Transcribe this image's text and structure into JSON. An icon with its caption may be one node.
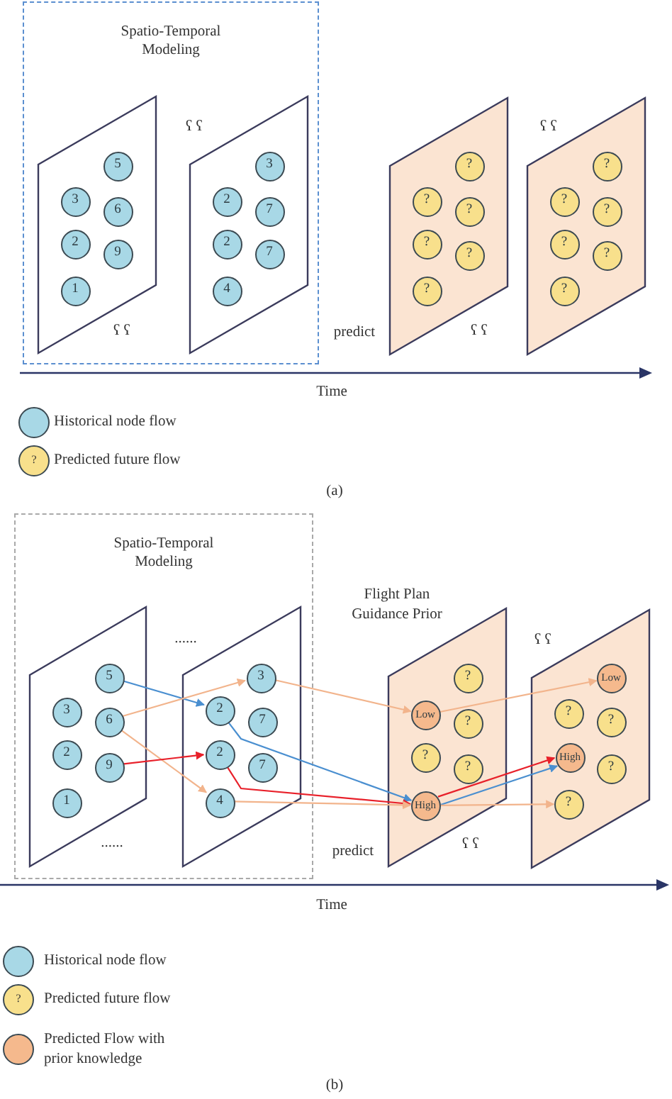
{
  "diagram": {
    "nodes": [
      {
        "text": [
          "Spatio-Temporal Modeling"
        ]
      },
      {
        "text": [],
        "shape": "parallelogram",
        "in": 0
      },
      {
        "text": [
          "5"
        ],
        "in": 1
      },
      {
        "text": [
          "3"
        ],
        "in": 1
      },
      {
        "text": [
          "6"
        ],
        "in": 1
      },
      {
        "text": [
          "2"
        ],
        "in": 1
      },
      {
        "text": [
          "9"
        ],
        "in": 1
      },
      {
        "text": [
          "1"
        ],
        "in": 1
      },
      {
        "text": [],
        "shape": "parallelogram",
        "in": 0
      },
      {
        "text": [
          "3"
        ],
        "in": 8
      },
      {
        "text": [
          "2"
        ],
        "in": 8
      },
      {
        "text": [
          "7"
        ],
        "in": 8
      },
      {
        "text": [
          "2"
        ],
        "in": 8
      },
      {
        "text": [
          "7"
        ],
        "in": 8
      },
      {
        "text": [
          "4"
        ],
        "in": 8
      },
      {
        "text": [],
        "shape": "parallelogram"
      },
      {
        "text": [
          "?"
        ],
        "in": 15
      },
      {
        "text": [
          "?"
        ],
        "in": 15
      },
      {
        "text": [
          "?"
        ],
        "in": 15
      },
      {
        "text": [
          "?"
        ],
        "in": 15
      },
      {
        "text": [
          "?"
        ],
        "in": 15
      },
      {
        "text": [
          "?"
        ],
        "in": 15
      },
      {
        "text": [],
        "shape": "parallelogram"
      },
      {
        "text": [
          "?"
        ],
        "in": 22
      },
      {
        "text": [
          "?"
        ],
        "in": 22
      },
      {
        "text": [
          "?"
        ],
        "in": 22
      },
      {
        "text": [
          "?"
        ],
        "in": 22
      },
      {
        "text": [
          "?"
        ],
        "in": 22
      },
      {
        "text": [
          "?"
        ],
        "in": 22
      },
      {
        "text": [
          "Spatio-Temporal Modeling"
        ]
      },
      {
        "text": [],
        "shape": "parallelogram",
        "in": 29
      },
      {
        "text": [
          "5"
        ],
        "in": 30
      },
      {
        "text": [
          "3"
        ],
        "in": 30
      },
      {
        "text": [
          "6"
        ],
        "in": 30
      },
      {
        "text": [
          "2"
        ],
        "in": 30
      },
      {
        "text": [
          "9"
        ],
        "in": 30
      },
      {
        "text": [
          "1"
        ],
        "in": 30
      },
      {
        "text": [],
        "shape": "parallelogram",
        "in": 29
      },
      {
        "text": [
          "3"
        ],
        "in": 37
      },
      {
        "text": [
          "2"
        ],
        "in": 37
      },
      {
        "text": [
          "7"
        ],
        "in": 37
      },
      {
        "text": [
          "2"
        ],
        "in": 37
      },
      {
        "text": [
          "7"
        ],
        "in": 37
      },
      {
        "text": [
          "4"
        ],
        "in": 37
      },
      {
        "text": [
          "Flight Plan Guidance Prior"
        ]
      },
      {
        "text": [
          "?"
        ],
        "in": 44
      },
      {
        "text": [
          "Low"
        ],
        "in": 44
      },
      {
        "text": [
          "?"
        ],
        "in": 44
      },
      {
        "text": [
          "?"
        ],
        "in": 44
      },
      {
        "text": [
          "?"
        ],
        "in": 44
      },
      {
        "text": [
          "High"
        ],
        "in": 44
      },
      {
        "text": [],
        "shape": "parallelogram"
      },
      {
        "text": [
          "Low"
        ],
        "in": 51
      },
      {
        "text": [
          "?"
        ],
        "in": 51
      },
      {
        "text": [
          "?"
        ],
        "in": 51
      },
      {
        "text": [
          "High"
        ],
        "in": 51
      },
      {
        "text": [
          "?"
        ],
        "in": 51
      },
      {
        "text": [
          "?"
        ],
        "in": 51
      }
    ],
    "edges": [
      {
        "from": 31,
        "to": 39,
        "arrow": "to",
        "color": "#4a8fd0"
      },
      {
        "from": 33,
        "to": 38,
        "arrow": "to"
      },
      {
        "from": 33,
        "to": 43,
        "arrow": "to"
      },
      {
        "from": 35,
        "to": 41,
        "arrow": "to",
        "color": "#e8202a"
      },
      {
        "from": 39,
        "to": 50,
        "arrow": "to",
        "color": "#4a8fd0"
      },
      {
        "from": 38,
        "to": 46,
        "arrow": "to"
      },
      {
        "from": 41,
        "to": 50,
        "arrow": "to",
        "color": "#e8202a"
      },
      {
        "from": 43,
        "to": 50,
        "arrow": "to"
      },
      {
        "from": 46,
        "to": 52,
        "arrow": "to"
      },
      {
        "from": 50,
        "to": 55,
        "arrow": "to",
        "color": "#e8202a"
      },
      {
        "from": 50,
        "to": 55,
        "arrow": "to",
        "color": "#4a8fd0"
      },
      {
        "from": 50,
        "to": 57,
        "arrow": "to"
      }
    ],
    "labels": [
      "ʕ ʕ",
      "ʕ ʕ",
      "ʕ ʕ",
      "predict",
      "ʕ ʕ",
      "Time",
      "?",
      "(a)",
      "......",
      "ʕ ʕ",
      "......",
      "ʕ ʕ",
      "predict",
      "Time",
      "?",
      "(b)"
    ],
    "legend": [
      {
        "text": "Historical node flow",
        "color": "#a8d8e6"
      },
      {
        "text": "Predicted future flow",
        "color": "#f8e08c"
      },
      {
        "text": "Historical node flow",
        "color": "#a8d8e6"
      },
      {
        "text": "Predicted future flow",
        "color": "#f8e08c"
      },
      {
        "text": "Predicted Flow with prior knowledge",
        "color": "#f5b98d"
      }
    ]
  }
}
